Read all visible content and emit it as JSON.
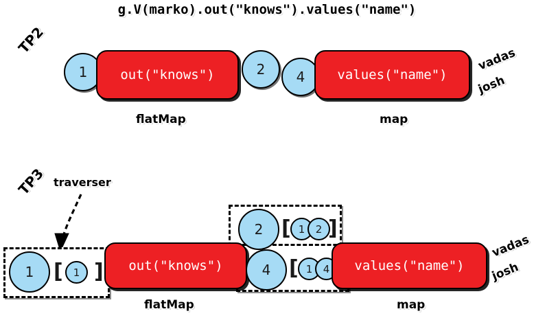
{
  "title": "g.V(marko).out(\"knows\").values(\"name\")",
  "colors": {
    "step_fill": "#ED2024",
    "step_text": "#FFFFFF",
    "circle_fill": "#A6DBF5",
    "stroke": "#000000",
    "background": "#FFFFFF"
  },
  "tp2": {
    "version_label": "TP2",
    "incoming_circle": "1",
    "step1_text": "out(\"knows\")",
    "step1_caption": "flatMap",
    "mid_circle_a": "2",
    "mid_circle_b": "4",
    "step2_text": "values(\"name\")",
    "step2_caption": "map",
    "output_a": "vadas",
    "output_b": "josh"
  },
  "tp3": {
    "version_label": "TP3",
    "annotation": "traverser",
    "bracket_open": "[",
    "bracket_close": "]",
    "traverser_in": {
      "object": "1",
      "path": [
        "1"
      ]
    },
    "step1_text": "out(\"knows\")",
    "step1_caption": "flatMap",
    "traverser_mid_top": {
      "object": "2",
      "path": [
        "1",
        "2"
      ]
    },
    "traverser_mid_bottom": {
      "object": "4",
      "path": [
        "1",
        "4"
      ]
    },
    "step2_text": "values(\"name\")",
    "step2_caption": "map",
    "output_a": "vadas",
    "output_b": "josh"
  }
}
